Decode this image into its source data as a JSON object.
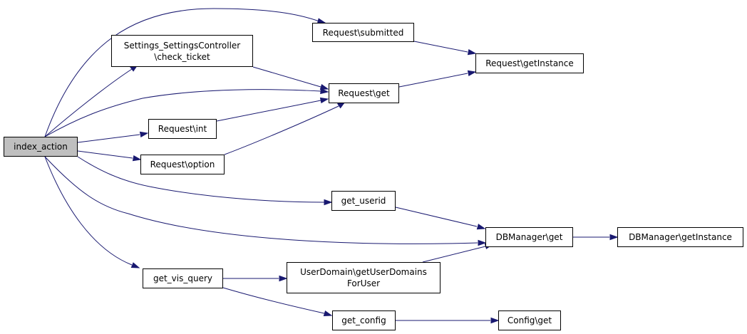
{
  "graph": {
    "edge_color": "#191970",
    "root_fill": "#bfbfbf",
    "nodes": {
      "index_action": {
        "lines": [
          "index_action"
        ]
      },
      "request_submitted": {
        "lines": [
          "Request\\submitted"
        ]
      },
      "settings_check_ticket": {
        "lines": [
          "Settings_SettingsController",
          "\\check_ticket"
        ]
      },
      "request_get": {
        "lines": [
          "Request\\get"
        ]
      },
      "request_getinstance": {
        "lines": [
          "Request\\getInstance"
        ]
      },
      "request_int": {
        "lines": [
          "Request\\int"
        ]
      },
      "request_option": {
        "lines": [
          "Request\\option"
        ]
      },
      "get_userid": {
        "lines": [
          "get_userid"
        ]
      },
      "dbmanager_get": {
        "lines": [
          "DBManager\\get"
        ]
      },
      "dbmanager_getinstance": {
        "lines": [
          "DBManager\\getInstance"
        ]
      },
      "get_vis_query": {
        "lines": [
          "get_vis_query"
        ]
      },
      "userdomain_getuserdomainsforuser": {
        "lines": [
          "UserDomain\\getUserDomains",
          "ForUser"
        ]
      },
      "get_config": {
        "lines": [
          "get_config"
        ]
      },
      "config_get": {
        "lines": [
          "Config\\get"
        ]
      }
    }
  }
}
